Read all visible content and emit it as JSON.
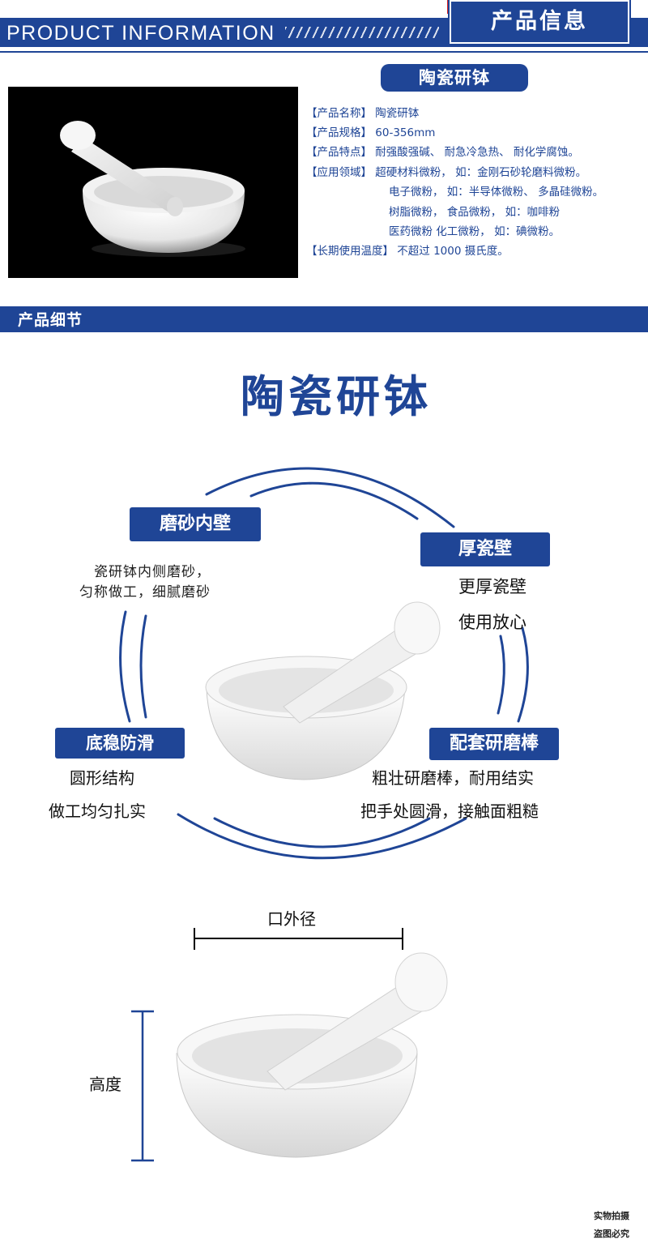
{
  "header": {
    "title": "PRODUCT INFORMATION",
    "badge": "产品信息"
  },
  "info": {
    "pill": "陶瓷研钵",
    "rows": [
      {
        "label": "【产品名称】",
        "value": "陶瓷研钵"
      },
      {
        "label": "【产品规格】",
        "value": "60-356mm"
      },
      {
        "label": "【产品特点】",
        "value": "耐强酸强碱、 耐急冷急热、 耐化学腐蚀。"
      },
      {
        "label": "【应用领域】",
        "value": "超硬材料微粉， 如：金刚石砂轮磨料微粉。"
      },
      {
        "label": "",
        "value": "电子微粉， 如：半导体微粉、 多晶硅微粉。"
      },
      {
        "label": "",
        "value": "树脂微粉， 食品微粉， 如：咖啡粉"
      },
      {
        "label": "",
        "value": "医药微粉 化工微粉， 如：碘微粉。"
      },
      {
        "label": "【长期使用温度】",
        "value": "不超过 1000 摄氏度。"
      }
    ]
  },
  "details": {
    "bar_title": "产品细节",
    "big_title": "陶瓷研钵",
    "features": {
      "inner_wall": {
        "tag": "磨砂内壁",
        "lines": [
          "瓷研钵内侧磨砂，",
          "匀称做工，细腻磨砂"
        ]
      },
      "thick_wall": {
        "tag": "厚瓷壁",
        "lines": [
          "更厚瓷壁",
          "使用放心"
        ]
      },
      "stable_base": {
        "tag": "底稳防滑",
        "lines": [
          "圆形结构",
          "做工均匀扎实"
        ]
      },
      "pestle": {
        "tag": "配套研磨棒",
        "lines": [
          "粗壮研磨棒，耐用结实",
          "把手处圆滑，接触面粗糙"
        ]
      }
    }
  },
  "dimensions": {
    "outer_diameter": "口外径",
    "height": "高度"
  },
  "footer": {
    "line1": "实物拍摄",
    "line2": "盗图必究"
  },
  "colors": {
    "brand_blue": "#1f4596",
    "accent_red": "#d22222"
  }
}
